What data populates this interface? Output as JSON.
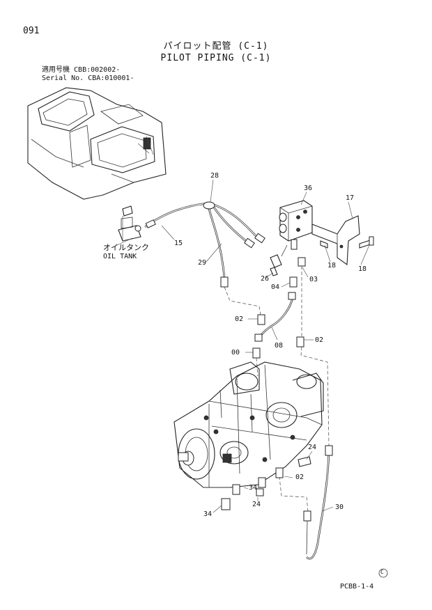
{
  "header": {
    "page_number": "091",
    "title_jp": "パイロット配管 (C-1)",
    "title_en": "PILOT PIPING (C-1)"
  },
  "applicability": [
    {
      "label": "適用号機",
      "value": "CBB:002002-"
    },
    {
      "label": "Serial No.",
      "value": "CBA:010001-"
    }
  ],
  "tank_label": {
    "jp": "オイルタンク",
    "en": "OIL TANK"
  },
  "callouts": {
    "c28": "28",
    "c36": "36",
    "c17": "17",
    "c15": "15",
    "c29": "29",
    "c26": "26",
    "c18a": "18",
    "c18b": "18",
    "c03": "03",
    "c04": "04",
    "c02a": "02",
    "c02b": "02",
    "c08": "08",
    "c00": "00",
    "c24a": "24",
    "c02c": "02",
    "c34a": "34",
    "c24b": "24",
    "c30": "30",
    "c34b": "34"
  },
  "footer": {
    "code": "PCBB-1-4",
    "mark": "C"
  }
}
